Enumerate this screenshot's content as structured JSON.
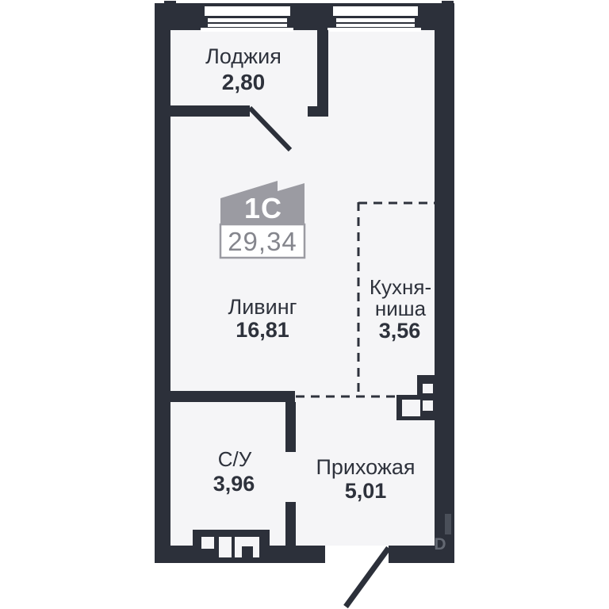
{
  "colors": {
    "wall": "#2c303a",
    "floor": "#f5f5f7",
    "text": "#2e323c",
    "badge_gray": "#9b9ba2",
    "area_text_gray": "#85868d",
    "window_white": "#ffffff"
  },
  "badge": {
    "type": "1С",
    "total_area": "29,34"
  },
  "rooms": {
    "loggia": {
      "name": "Лоджия",
      "area": "2,80"
    },
    "living": {
      "name": "Ливинг",
      "area": "16,81"
    },
    "kitchen": {
      "name_line1": "Кухня-",
      "name_line2": "ниша",
      "area": "3,56"
    },
    "bathroom": {
      "name": "С/У",
      "area": "3,96"
    },
    "hallway": {
      "name": "Прихожая",
      "area": "5,01"
    }
  },
  "watermark": {
    "letter": "D"
  }
}
